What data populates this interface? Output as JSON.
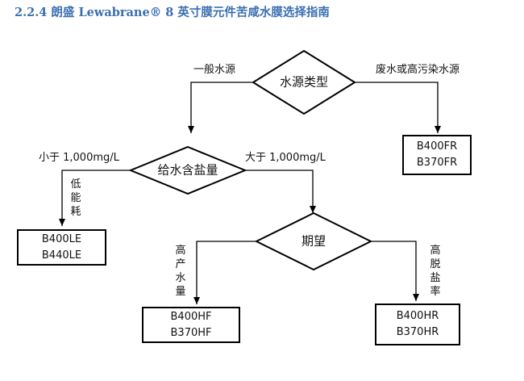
{
  "title": "2.2.4 朗盛 Lewabrane® 8 英寸膜元件苦咸水膜选择指南",
  "decisions": {
    "water_source": "水源类型",
    "feed_salt": "给水含盐量",
    "expectation": "期望"
  },
  "edge_labels": {
    "general_water": "一般水源",
    "waste_water": "废水或高污染水源",
    "less_than": "小于 1,000mg/L",
    "greater_than": "大于 1,000mg/L",
    "low_energy": "低能耗",
    "high_production": "高产水量",
    "high_rejection": "高脱盐率"
  },
  "products": {
    "fr": [
      "B400FR",
      "B370FR"
    ],
    "le": [
      "B400LE",
      "B440LE"
    ],
    "hf": [
      "B400HF",
      "B370HF"
    ],
    "hr": [
      "B400HR",
      "B370HR"
    ]
  }
}
